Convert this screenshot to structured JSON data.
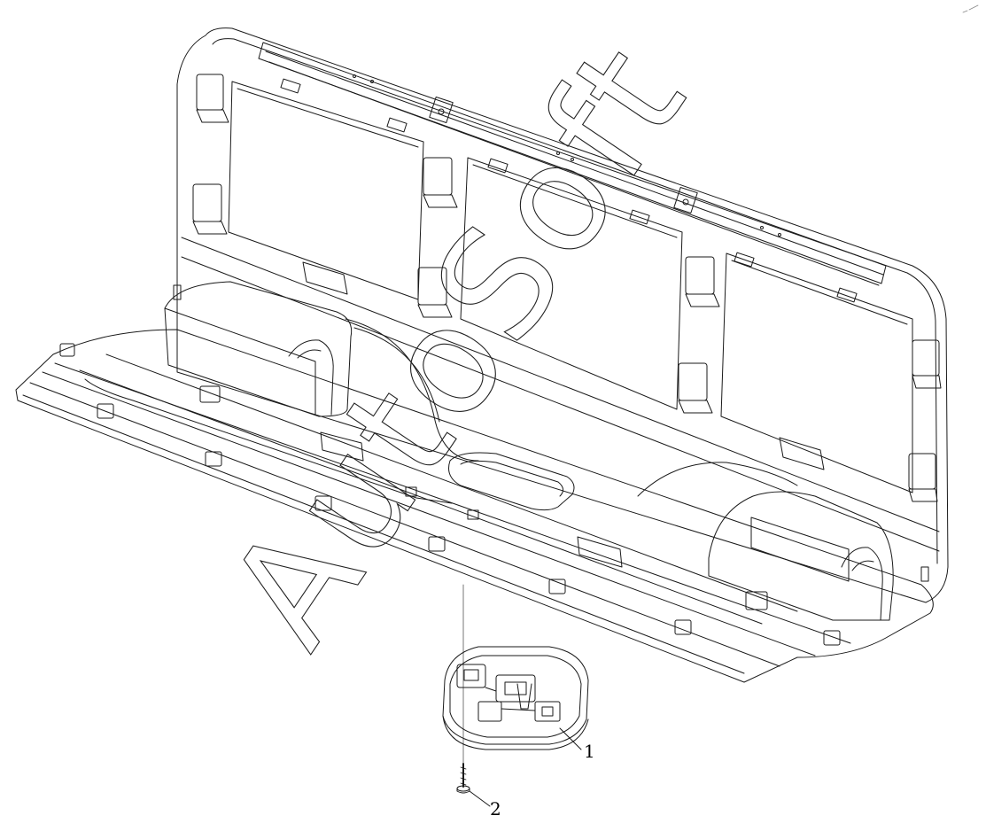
{
  "drawing": {
    "callouts": [
      {
        "number": "1",
        "part": "lamp-housing"
      },
      {
        "number": "2",
        "part": "screw"
      }
    ],
    "watermark": "AutoSoft",
    "line_color": "#1a1a1a",
    "background_color": "#ffffff"
  }
}
